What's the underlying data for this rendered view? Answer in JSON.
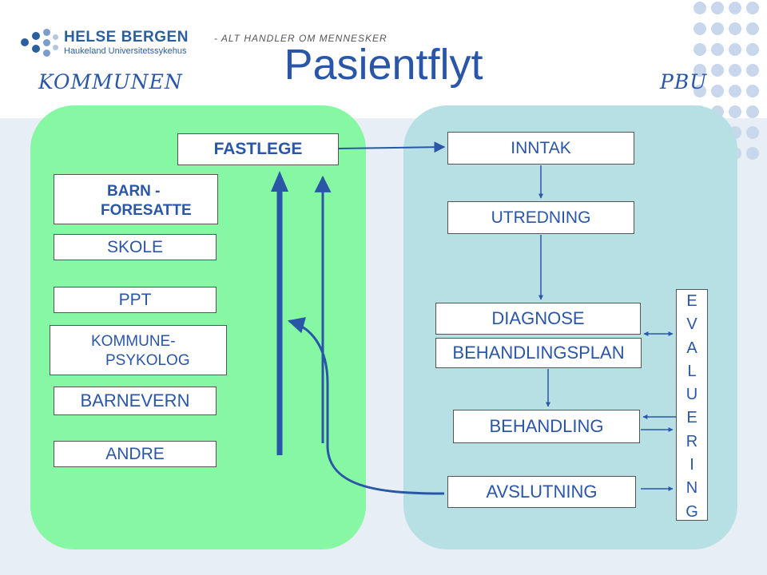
{
  "header": {
    "logo_name": "HELSE BERGEN",
    "logo_sub": "Haukeland Universitetssykehus",
    "logo_slogan": "- ALT HANDLER OM MENNESKER",
    "title": "Pasientflyt",
    "left_label": "KOMMUNEN",
    "right_label": "PBU"
  },
  "kommunen": {
    "fastlege": "FASTLEGE",
    "barn_line1": "BARN -",
    "barn_line2": "FORESATTE",
    "skole": "SKOLE",
    "ppt": "PPT",
    "kpsyk_line1": "KOMMUNE-",
    "kpsyk_line2": "PSYKOLOG",
    "barnevern": "BARNEVERN",
    "andre": "ANDRE"
  },
  "pbu": {
    "inntak": "INNTAK",
    "utredning": "UTREDNING",
    "diagnose": "DIAGNOSE",
    "behandlingsplan": "BEHANDLINGSPLAN",
    "behandling": "BEHANDLING",
    "avslutning": "AVSLUTNING",
    "evaluering": [
      "E",
      "V",
      "A",
      "L",
      "U",
      "E",
      "R",
      "I",
      "N",
      "G"
    ]
  },
  "colors": {
    "kommunen_panel": "#86f7a2",
    "pbu_panel": "#b7e0e5",
    "text_blue": "#2a56a8",
    "arrow": "#2a56a8"
  }
}
